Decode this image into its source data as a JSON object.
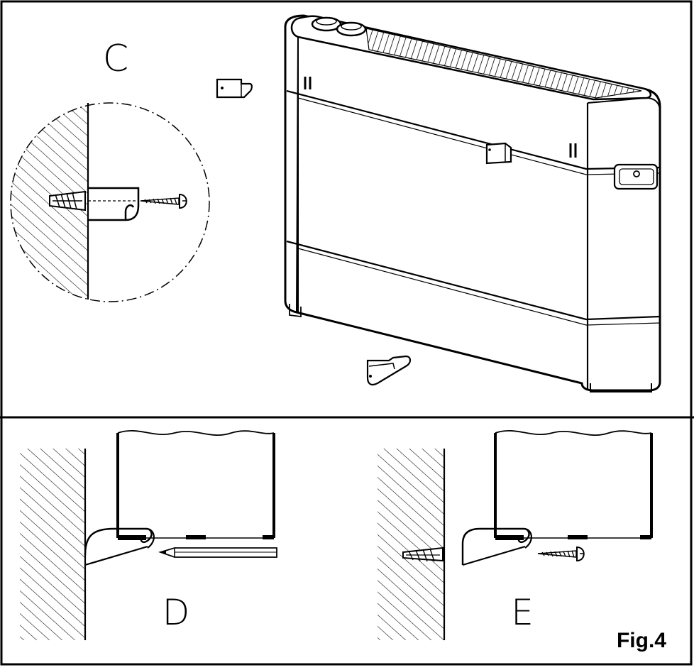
{
  "figure": {
    "label": "Fig.4"
  },
  "panels": {
    "c": {
      "letter": "C"
    },
    "d": {
      "letter": "D"
    },
    "e": {
      "letter": "E"
    }
  }
}
